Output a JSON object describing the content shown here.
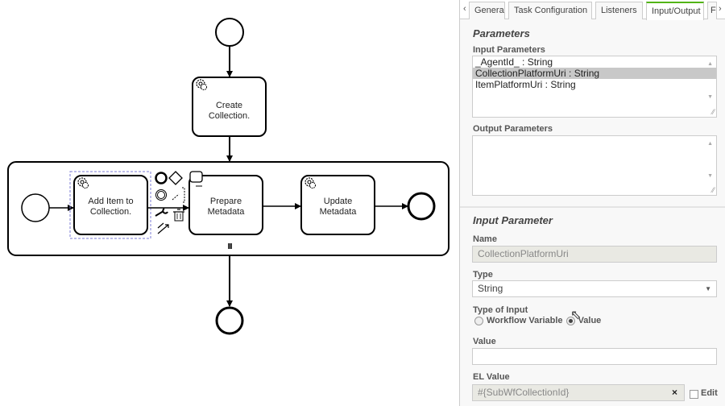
{
  "diagram": {
    "tasks": [
      {
        "id": "create",
        "label": "Create Collection."
      },
      {
        "id": "add",
        "label": "Add Item to Collection."
      },
      {
        "id": "prepare",
        "label": "Prepare Metadata"
      },
      {
        "id": "update",
        "label": "Update Metadata"
      }
    ],
    "multi_instance_marker": "III"
  },
  "panel": {
    "tabs": {
      "left_arrow": "‹",
      "items": [
        "General",
        "Task Configuration",
        "Listeners",
        "Input/Output",
        "F"
      ],
      "active": "Input/Output",
      "right_arrow": "›"
    },
    "parameters": {
      "title": "Parameters",
      "input_label": "Input Parameters",
      "inputs": [
        "_AgentId_ : String",
        "CollectionPlatformUri : String",
        "ItemPlatformUri : String"
      ],
      "selected_index": 1,
      "output_label": "Output Parameters",
      "outputs": []
    },
    "input_parameter": {
      "title": "Input Parameter",
      "name_label": "Name",
      "name_value": "CollectionPlatformUri",
      "type_label": "Type",
      "type_value": "String",
      "type_of_input_label": "Type of Input",
      "radio_options": [
        "Workflow Variable",
        "Value"
      ],
      "radio_selected": "Value",
      "value_label": "Value",
      "value_value": "",
      "el_label": "EL Value",
      "el_value": "#{SubWfCollectionId}",
      "clear_glyph": "×",
      "edit_label": "Edit"
    }
  }
}
